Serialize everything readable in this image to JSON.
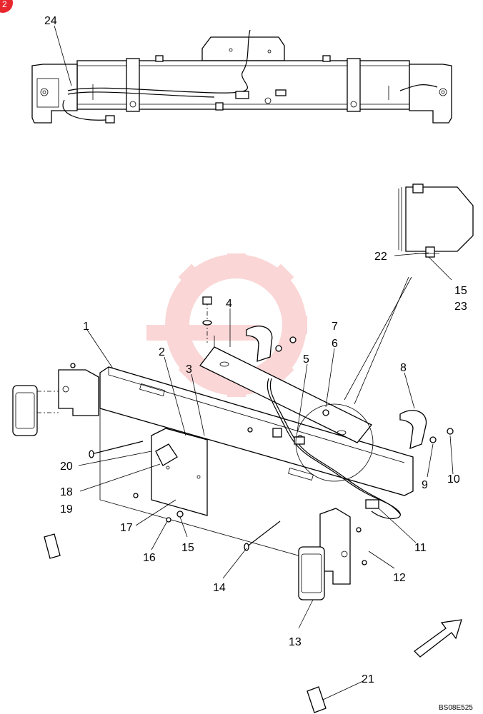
{
  "badge": {
    "text": "2",
    "color": "#e8262d"
  },
  "watermark_color": "#f5b5b5",
  "callouts": [
    "24",
    "4",
    "7",
    "6",
    "5",
    "8",
    "1",
    "2",
    "3",
    "22",
    "15",
    "23",
    "20",
    "18",
    "19",
    "17",
    "16",
    "15",
    "14",
    "12",
    "11",
    "9",
    "10",
    "13",
    "21"
  ],
  "figure_code": "BS08E525"
}
